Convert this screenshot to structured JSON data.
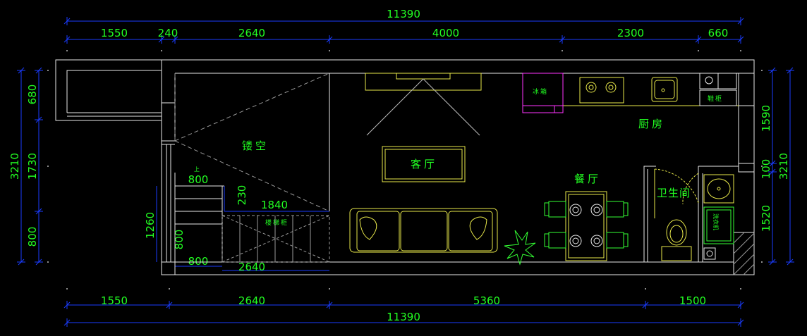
{
  "colors": {
    "background": "#000000",
    "dimension_line": "#1a3cff",
    "dimension_text": "#22ff22",
    "wall": "#e8e8e8",
    "furniture": "#e8e84a",
    "appliance": "#ff33ff",
    "plant": "#33ff33",
    "hidden_line": "#9a9a9a"
  },
  "dimensions": {
    "top_total": "11390",
    "top_segments": [
      "1550",
      "240",
      "2640",
      "4000",
      "2300",
      "660"
    ],
    "bottom_segments": [
      "1550",
      "2640",
      "5360",
      "1500"
    ],
    "bottom_total": "11390",
    "left_total": "3210",
    "left_segments": [
      "680",
      "1730",
      "800"
    ],
    "right_total": "3210",
    "right_segments": [
      "1590",
      "100",
      "1520"
    ],
    "interior": {
      "stair_up_label": "上",
      "stair_width_top": "800",
      "stair_step": "230",
      "cabinet_length": "1840",
      "stair_height": "1260",
      "stair_side": "800",
      "stair_width_bottom": "800",
      "stair_length_bottom": "2640"
    }
  },
  "rooms": {
    "void": "镂空",
    "living": "客厅",
    "living_tv": "客厅",
    "dining": "餐厅",
    "kitchen": "厨房",
    "bathroom": "卫生间"
  },
  "fixtures": {
    "fridge": "冰箱",
    "cabinet": "鞋柜",
    "stair_cabinet": "楼梯柜",
    "washer": "洗衣机"
  }
}
